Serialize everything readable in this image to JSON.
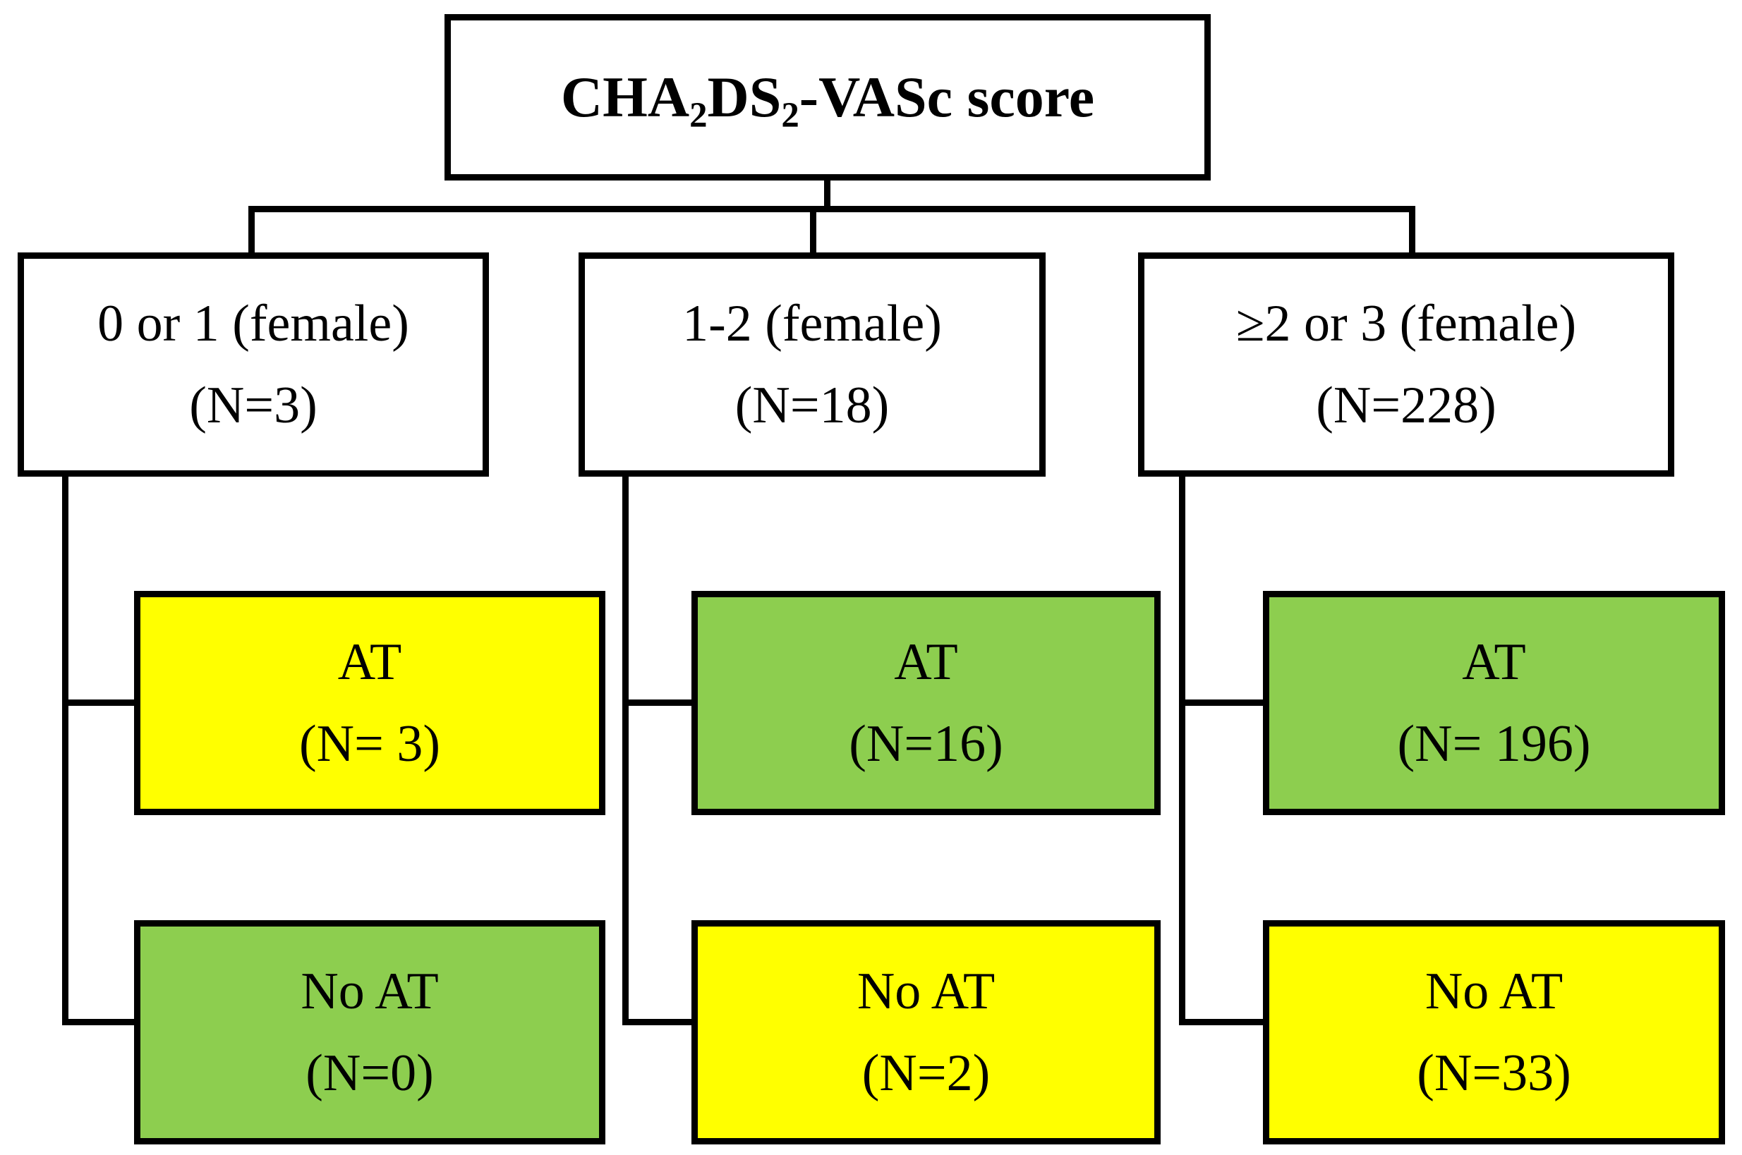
{
  "diagram": {
    "title": "CHA2DS2-VASc score flowchart",
    "root": {
      "label_prefix": "CHA",
      "label_sub1": "2",
      "label_mid": "DS",
      "label_sub2": "2",
      "label_suffix": "-VASc score",
      "full_label": "CHA2DS2-VASc score"
    },
    "colors": {
      "yellow": "#FFFF00",
      "green": "#8DCE4F",
      "border": "#000000",
      "white": "#FFFFFF",
      "text": "#000000"
    },
    "columns": [
      {
        "score": {
          "label": "0 or 1 (female)",
          "count": "(N=3)"
        },
        "at": {
          "label": "AT",
          "count": "(N= 3)",
          "color": "yellow"
        },
        "no_at": {
          "label": "No AT",
          "count": "(N=0)",
          "color": "green"
        }
      },
      {
        "score": {
          "label": "1-2 (female)",
          "count": "(N=18)"
        },
        "at": {
          "label": "AT",
          "count": "(N=16)",
          "color": "green"
        },
        "no_at": {
          "label": "No AT",
          "count": "(N=2)",
          "color": "yellow"
        }
      },
      {
        "score": {
          "label": "≥2 or 3 (female)",
          "count": "(N=228)"
        },
        "at": {
          "label": "AT",
          "count": "(N= 196)",
          "color": "green"
        },
        "no_at": {
          "label": "No AT",
          "count": "(N=33)",
          "color": "yellow"
        }
      }
    ]
  }
}
